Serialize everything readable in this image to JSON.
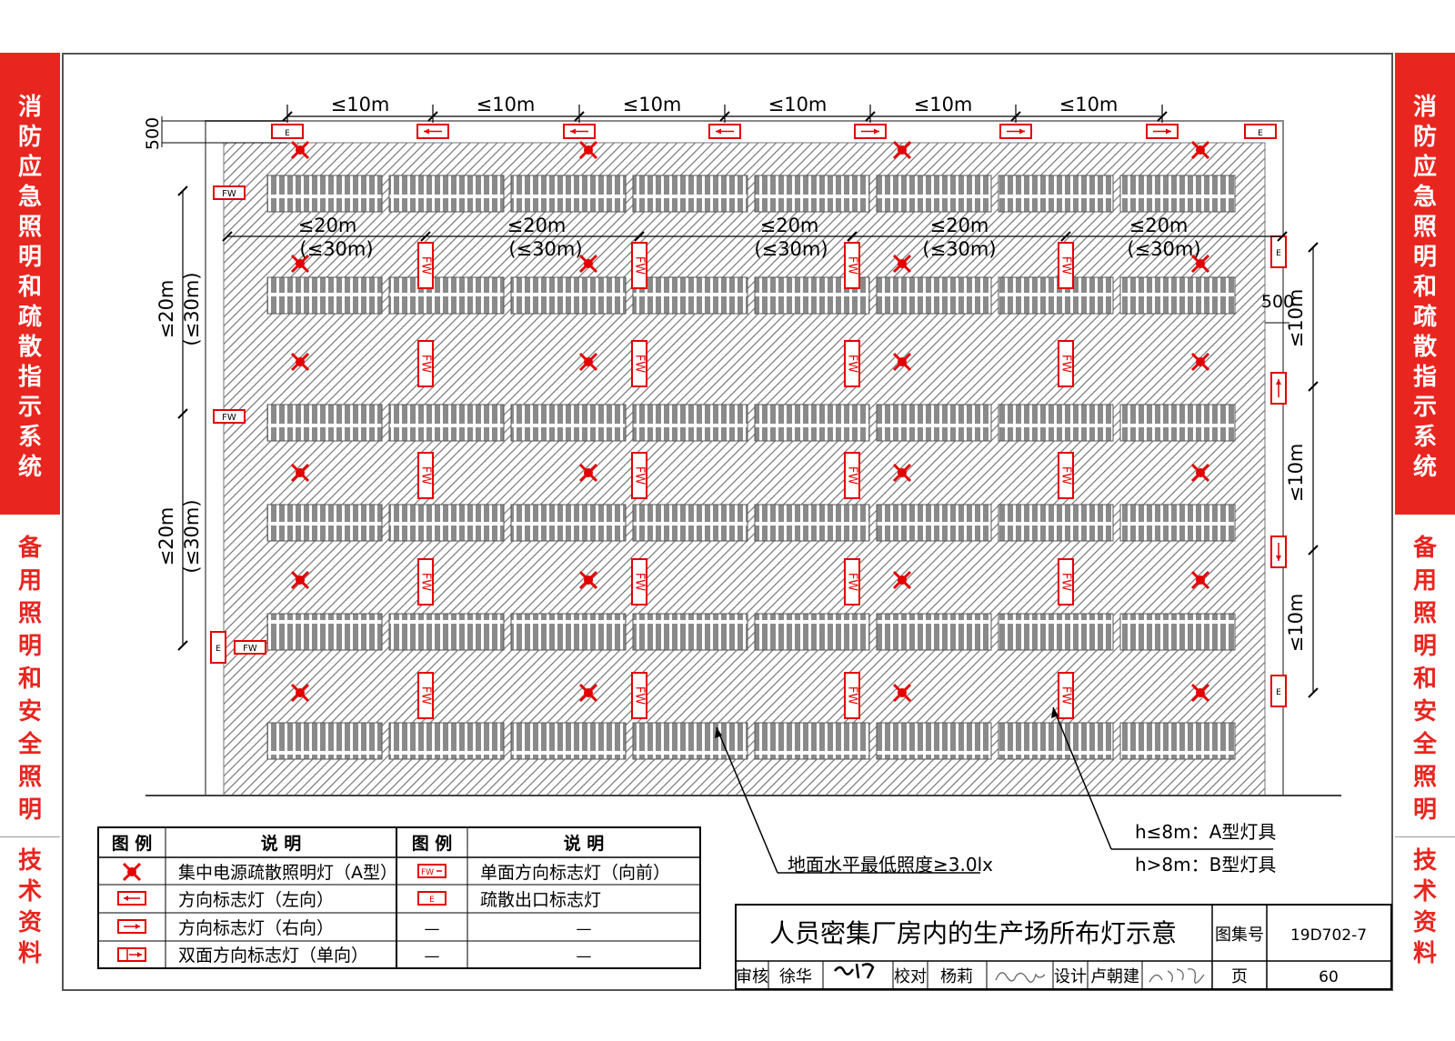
{
  "side_tab": {
    "section_1": "消防应急照明和疏散指示系统",
    "section_2": "备用照明和安全照明",
    "section_3": "技术资料"
  },
  "dimensions": {
    "top_spacing": "≤10m",
    "row_spacing": "≤20m",
    "row_spacing_alt": "(≤30m)",
    "offset": "500",
    "right_spacing": "≤10m"
  },
  "marker_labels": {
    "fw": "FW",
    "exit": "E"
  },
  "annotations": {
    "floor_illuminance": "地面水平最低照度≥3.0lx",
    "height_a": "h≤8m：A型灯具",
    "height_b": "h>8m：B型灯具"
  },
  "legend": {
    "headers": [
      "图 例",
      "说 明",
      "图 例",
      "说 明"
    ],
    "rows": [
      {
        "icon_left": "emergency-light",
        "desc_left": "集中电源疏散照明灯（A型）",
        "icon_right": "sign-forward",
        "desc_right": "单面方向标志灯（向前）"
      },
      {
        "icon_left": "sign-left",
        "desc_left": "方向标志灯（左向）",
        "icon_right": "exit-sign",
        "desc_right": "疏散出口标志灯"
      },
      {
        "icon_left": "sign-right",
        "desc_left": "方向标志灯（右向）",
        "icon_right": "none",
        "desc_right": "—"
      },
      {
        "icon_left": "sign-double",
        "desc_left": "双面方向标志灯（单向）",
        "icon_right": "none",
        "desc_right": "—"
      }
    ],
    "dash": "—",
    "fw_icon_text": "FW",
    "exit_icon_text": "E"
  },
  "title_block": {
    "title": "人员密集厂房内的生产场所布灯示意",
    "atlas_label": "图集号",
    "atlas_number": "19D702-7",
    "review_label": "审核",
    "reviewer": "徐华",
    "check_label": "校对",
    "checker": "杨莉",
    "design_label": "设计",
    "designer": "卢朝建",
    "page_label": "页",
    "page_number": "60"
  },
  "colors": {
    "accent_red": "#e8251f",
    "marker_red": "#e30000",
    "floor_hatch": "#8a8a8a",
    "machine_gray": "#7a7a7a"
  }
}
